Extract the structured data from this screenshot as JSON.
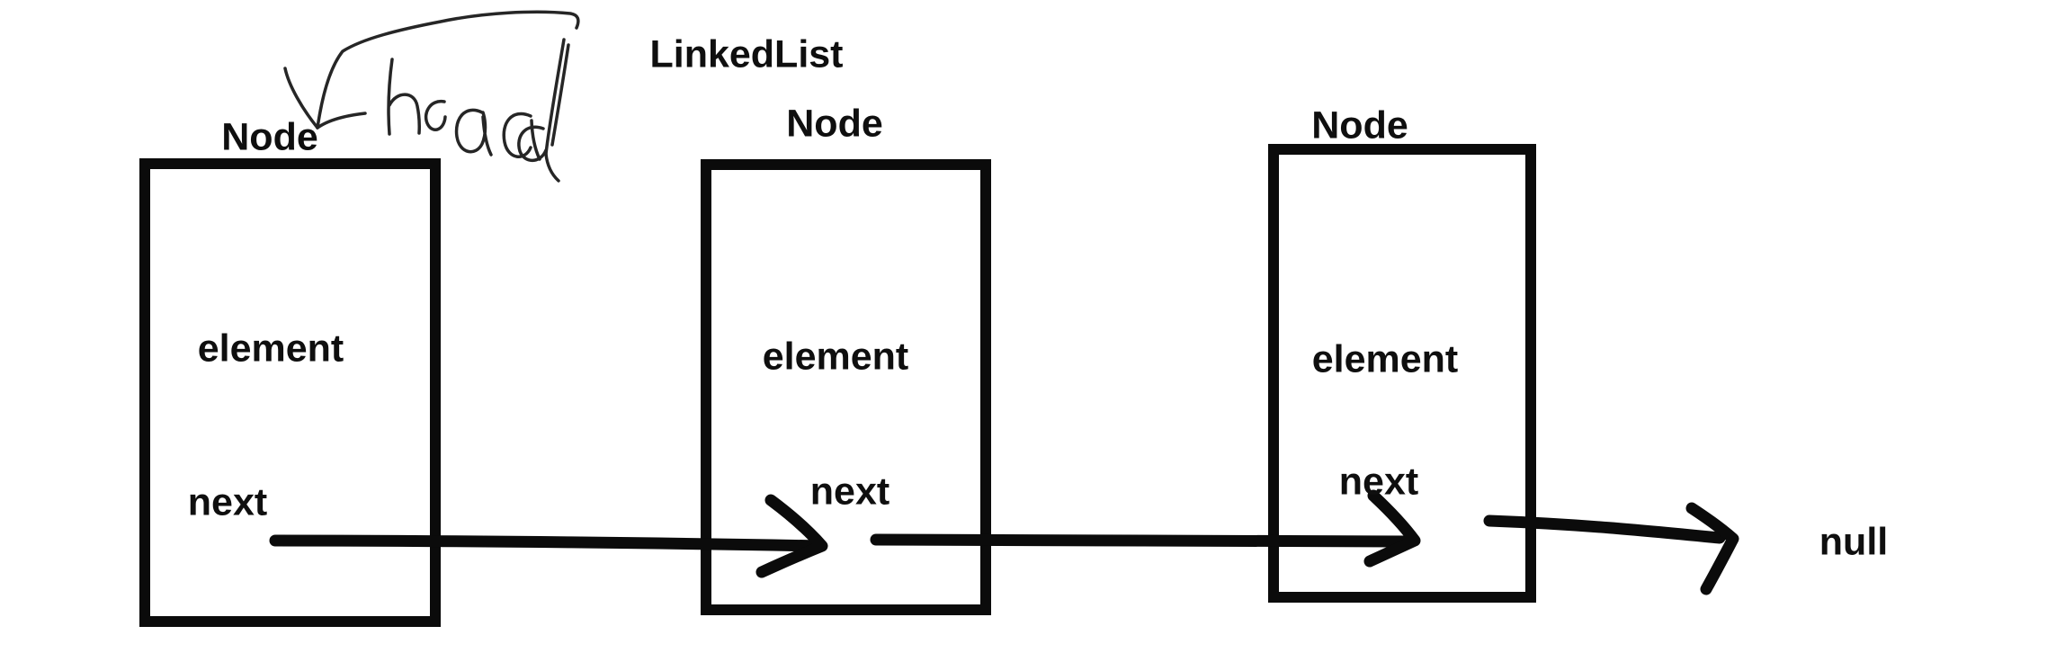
{
  "diagram_title": "LinkedList",
  "head_annotation": "head",
  "terminator_label": "null",
  "nodes": [
    {
      "title": "Node",
      "element_label": "element",
      "next_label": "next"
    },
    {
      "title": "Node",
      "element_label": "element",
      "next_label": "next"
    },
    {
      "title": "Node",
      "element_label": "element",
      "next_label": "next"
    }
  ],
  "colors": {
    "ink": "#0f0f0f",
    "background": "#ffffff"
  }
}
